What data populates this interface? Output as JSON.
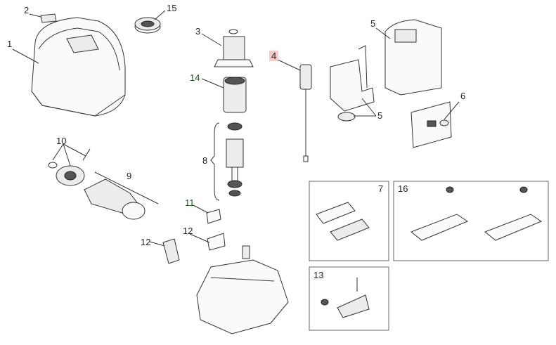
{
  "labels": {
    "l1": "1",
    "l2": "2",
    "l3": "3",
    "l4": "4",
    "l5a": "5",
    "l5b": "5",
    "l6": "6",
    "l7": "7",
    "l8": "8",
    "l9": "9",
    "l10": "10",
    "l11": "11",
    "l12a": "12",
    "l12b": "12",
    "l13": "13",
    "l14": "14",
    "l15": "15",
    "l16": "16"
  },
  "colors": {
    "highlight": "#f7c9c9",
    "ink": "#333333",
    "box": "#666666"
  }
}
